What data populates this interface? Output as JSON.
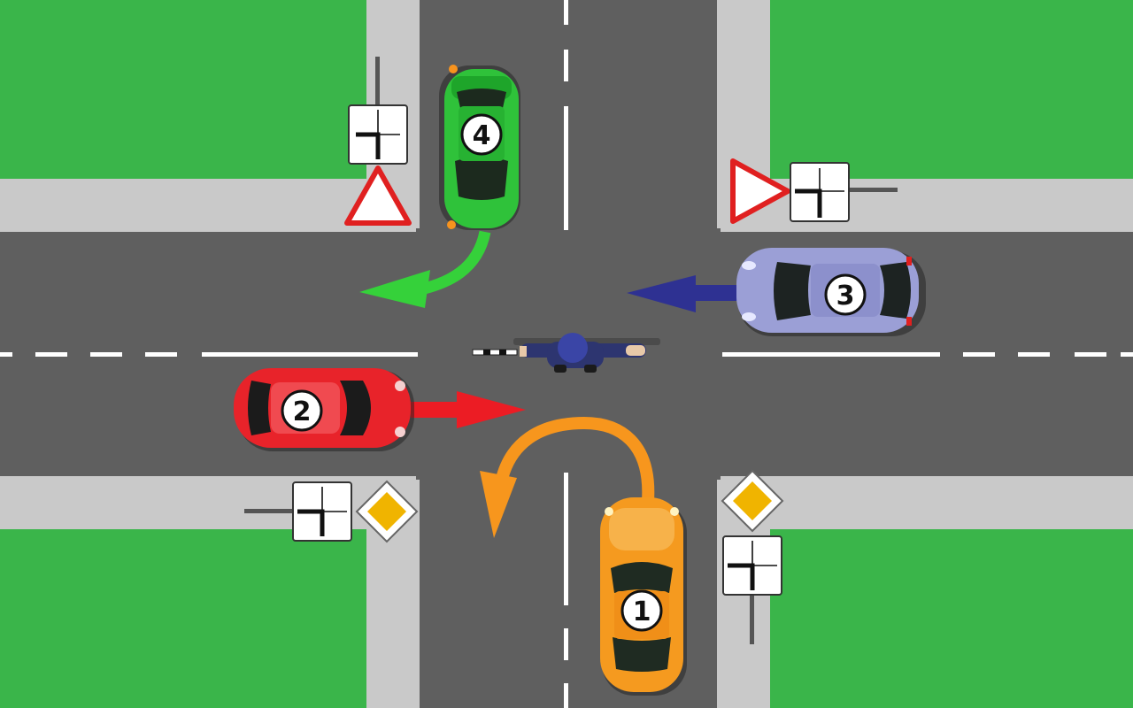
{
  "scene": {
    "type": "road-intersection-quiz",
    "controller": "traffic-controller",
    "colors": {
      "grass": "#3ab54a",
      "sidewalk": "#c8c8c8",
      "asphalt": "#646464",
      "marking": "#ffffff",
      "priority_sign": "#f0b400",
      "yield_sign": "#e02020"
    }
  },
  "cars": [
    {
      "number": "1",
      "color": "#f59a1f",
      "heading": "north",
      "maneuver": "u-turn",
      "arrow_color": "#f7961d"
    },
    {
      "number": "2",
      "color": "#e8232a",
      "heading": "east",
      "maneuver": "straight",
      "arrow_color": "#ec1c24"
    },
    {
      "number": "3",
      "color": "#9b9fd6",
      "heading": "west",
      "maneuver": "straight",
      "arrow_color": "#2e3192"
    },
    {
      "number": "4",
      "color": "#2fc23a",
      "heading": "south",
      "maneuver": "right-turn",
      "arrow_color": "#39d43a"
    }
  ],
  "signs": {
    "priority_road": {
      "count": 2,
      "icon": "priority-road-sign-icon"
    },
    "give_way": {
      "count": 2,
      "icon": "give-way-sign-icon"
    },
    "main_road_direction": {
      "count": 4,
      "icon": "main-road-direction-plate-icon"
    }
  }
}
